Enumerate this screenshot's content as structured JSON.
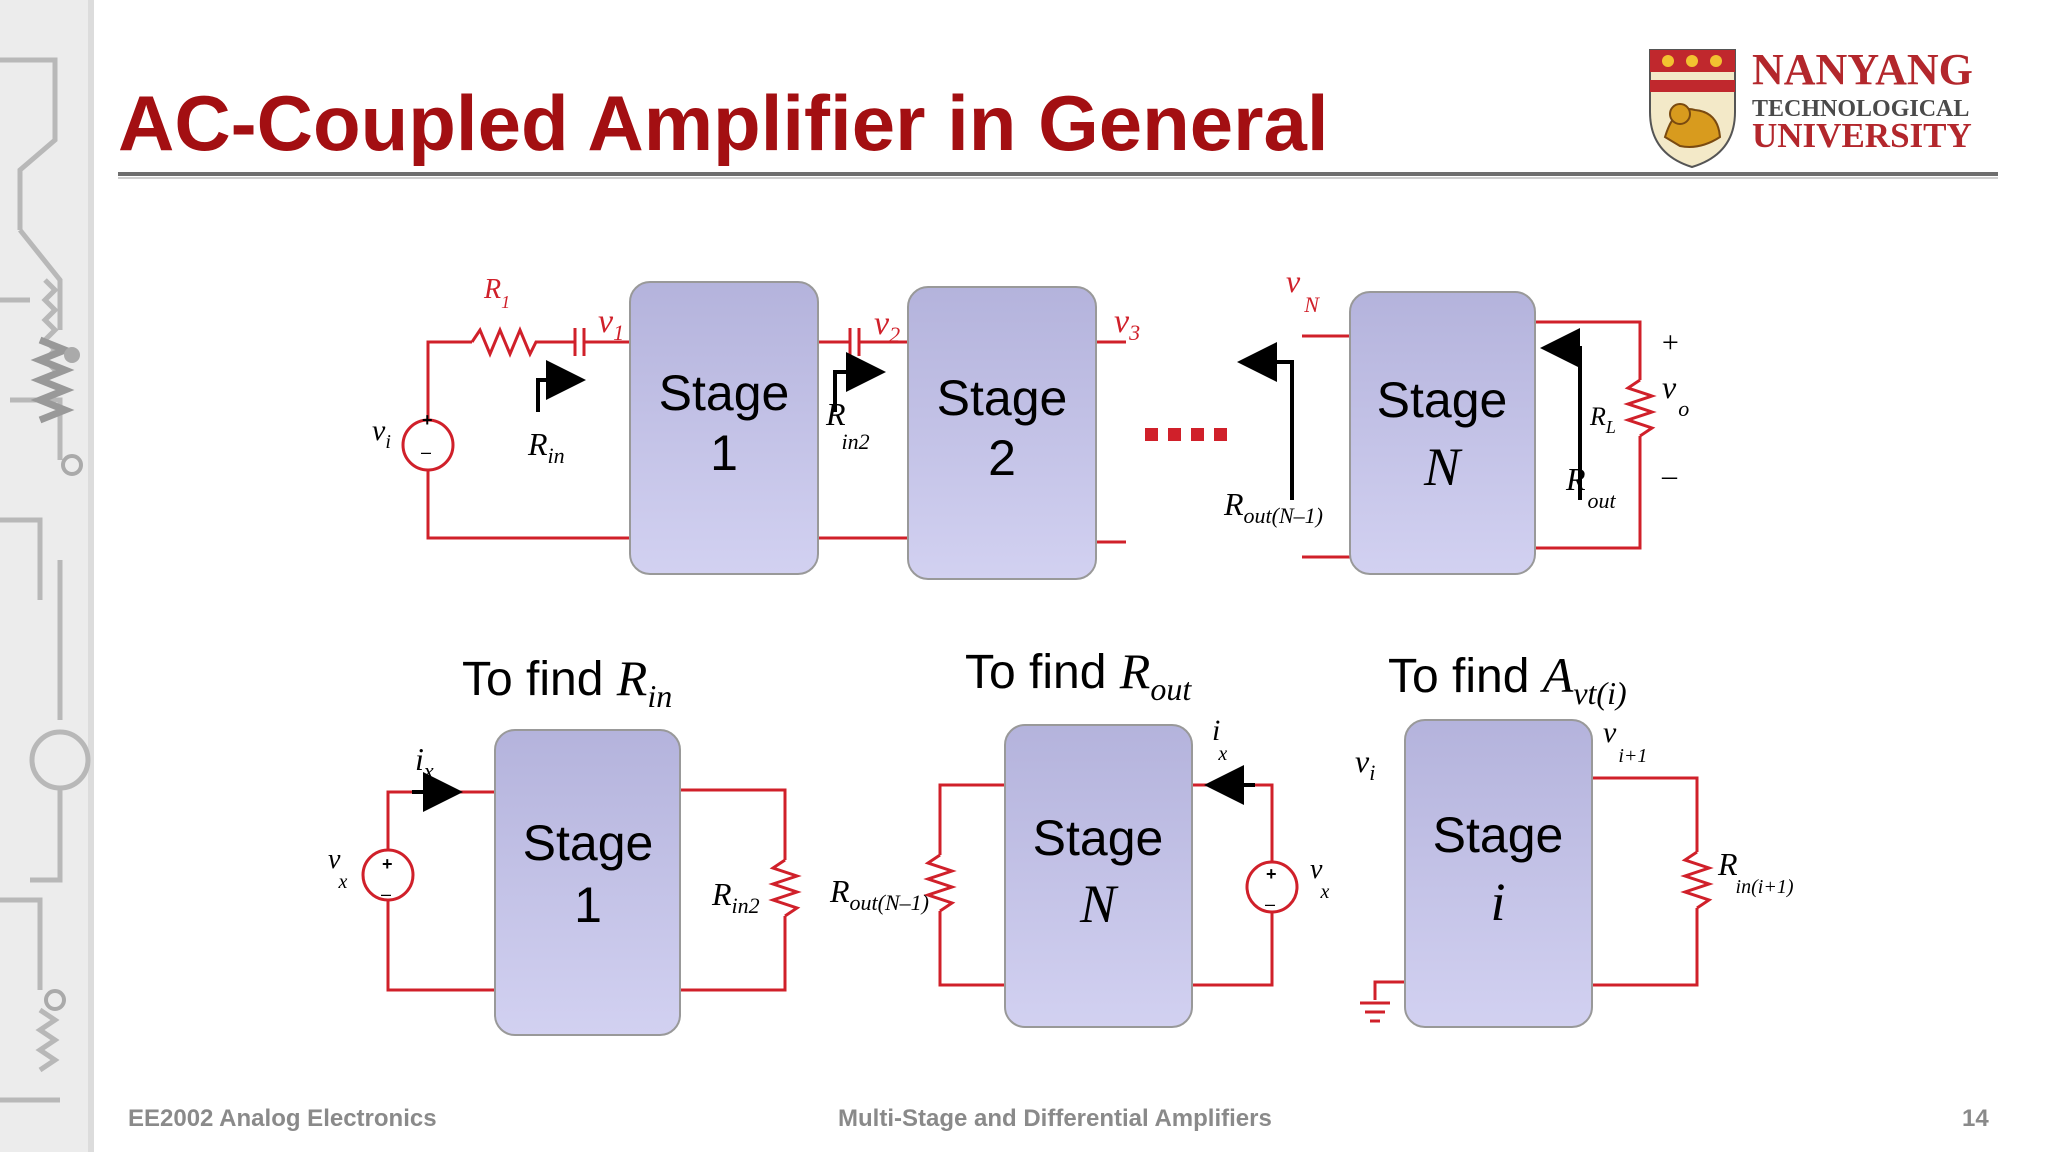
{
  "slide": {
    "title": "AC-Coupled Amplifier in General",
    "footer_left": "EE2002 Analog  Electronics",
    "footer_center": "Multi-Stage and Differential Amplifiers",
    "page_number": "14"
  },
  "logo": {
    "line1": "NANYANG",
    "line2": "TECHNOLOGICAL",
    "line3": "UNIVERSITY"
  },
  "colors": {
    "title": "#a30f12",
    "wire": "#d0202a",
    "stage_fill": "#b9b8e0",
    "footer_text": "#8a8a8a"
  },
  "top_circuit": {
    "source_label": "v",
    "source_sub": "i",
    "plus": "+",
    "minus": "–",
    "r1_main": "R",
    "r1_sub": "1",
    "v1_main": "v",
    "v1_sub": "1",
    "v2_main": "v",
    "v2_sub": "2",
    "v3_main": "v",
    "v3_sub": "3",
    "vn_main": "v",
    "vn_sub": "N",
    "rin_main": "R",
    "rin_sub": "in",
    "rin2_main": "R",
    "rin2_sub": "in2",
    "rout_n1_main": "R",
    "rout_n1_sub": "out(N–1)",
    "rout_main": "R",
    "rout_sub": "out",
    "rl_main": "R",
    "rl_sub": "L",
    "vo_main": "v",
    "vo_sub": "o",
    "vo_plus": "+",
    "vo_minus": "–",
    "stage1_word": "Stage",
    "stage1_num": "1",
    "stage2_word": "Stage",
    "stage2_num": "2",
    "stageN_word": "Stage",
    "stageN_num": "N"
  },
  "bottom_left": {
    "caption": "To find ",
    "caption_main": "R",
    "caption_sub": "in",
    "ix_main": "i",
    "ix_sub": "x",
    "vx_main": "v",
    "vx_sub": "x",
    "plus": "+",
    "minus": "–",
    "stage_word": "Stage",
    "stage_num": "1",
    "r_main": "R",
    "r_sub": "in2"
  },
  "bottom_mid": {
    "caption": "To find ",
    "caption_main": "R",
    "caption_sub": "out",
    "ix_main": "i",
    "ix_sub": "x",
    "vx_main": "v",
    "vx_sub": "x",
    "plus": "+",
    "minus": "–",
    "stage_word": "Stage",
    "stage_num": "N",
    "r_main": "R",
    "r_sub": "out(N–1)"
  },
  "bottom_right": {
    "caption": "To find ",
    "caption_main": "A",
    "caption_sub": "vt(i)",
    "vi_main": "v",
    "vi_sub": "i",
    "vi1_main": "v",
    "vi1_sub": "i+1",
    "stage_word": "Stage",
    "stage_num": "i",
    "r_main": "R",
    "r_sub": "in(i+1)"
  }
}
